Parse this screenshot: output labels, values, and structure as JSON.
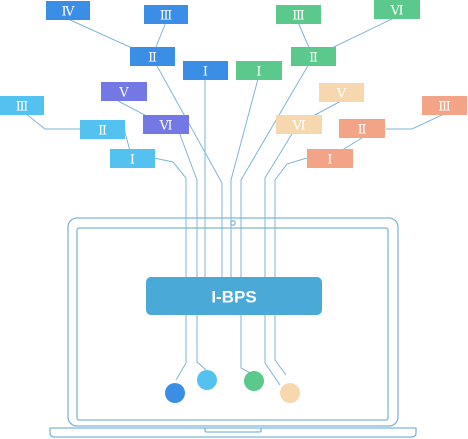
{
  "colors": {
    "line": "#7fb6d8",
    "banner": "#4ba9d8",
    "blue_dark": "#3b8ee6",
    "blue_light": "#54c2f0",
    "purple": "#7478e4",
    "green": "#5ac98b",
    "peach": "#f6d7ae",
    "salmon": "#f3a386"
  },
  "banner": {
    "label": "I-BPS"
  },
  "nodes": {
    "blue_iv": "Ⅳ",
    "blue_iii": "Ⅲ",
    "blue_ii": "Ⅱ",
    "blue_i_top": "Ⅰ",
    "light_iii": "Ⅲ",
    "light_ii": "Ⅱ",
    "light_i": "Ⅰ",
    "purple_v": "Ⅴ",
    "purple_vi": "Ⅵ",
    "green_iii": "Ⅲ",
    "green_vi": "Ⅵ",
    "green_ii": "Ⅱ",
    "green_i_top": "Ⅰ",
    "peach_v": "Ⅴ",
    "peach_vi": "Ⅵ",
    "salmon_iii": "Ⅲ",
    "salmon_ii": "Ⅱ",
    "salmon_i": "Ⅰ"
  }
}
